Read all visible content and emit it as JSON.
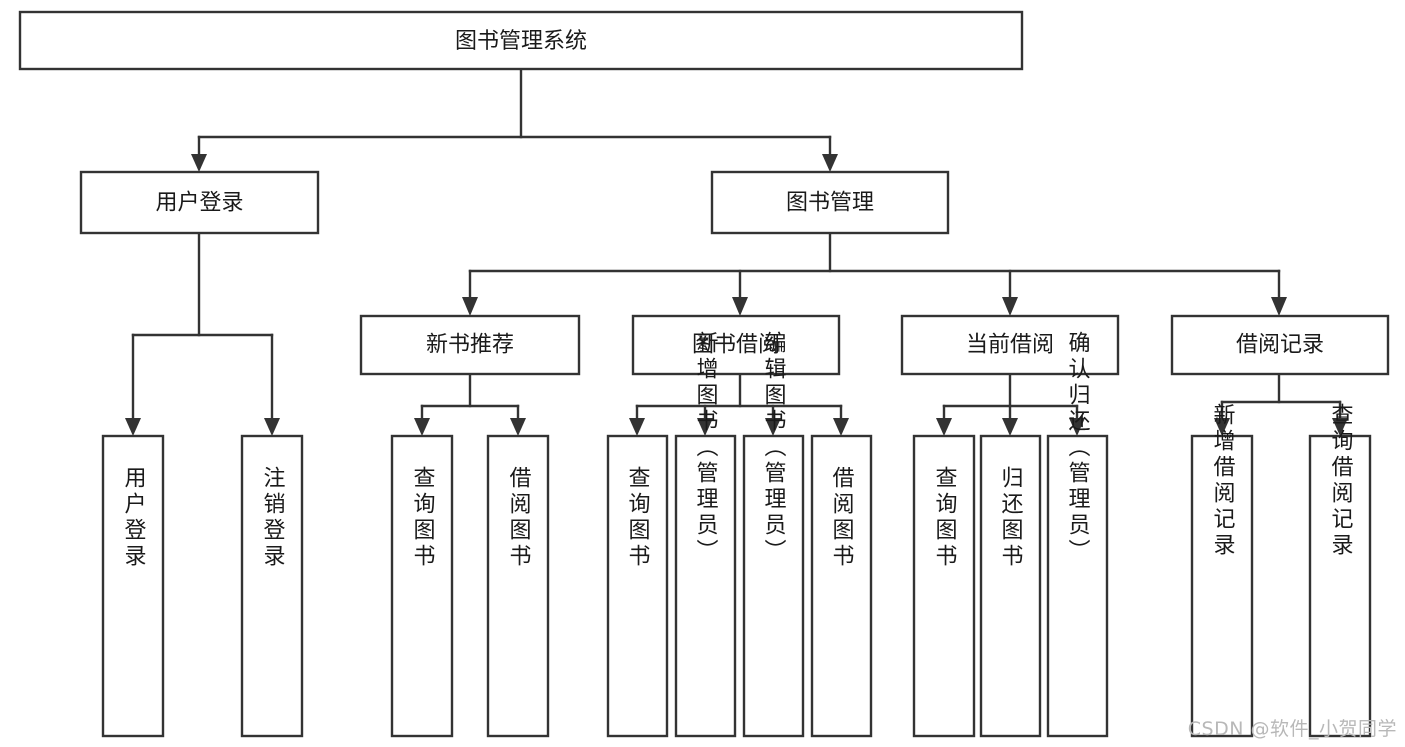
{
  "diagram": {
    "title_node": "图书管理系统",
    "watermark": "CSDN @软件_小贺同学",
    "colors": {
      "stroke": "#333333",
      "fill": "#ffffff",
      "text": "#1a1a1a",
      "watermark": "#b8b8b8"
    },
    "nodes": {
      "root": "图书管理系统",
      "l1": {
        "user_login": "用户登录",
        "book_manage": "图书管理"
      },
      "l2": {
        "new_book_rec": "新书推荐",
        "book_borrow": "图书借阅",
        "current_borrow": "当前借阅",
        "borrow_record": "借阅记录"
      },
      "leaves": {
        "user_login_1": "用户登录",
        "user_login_2": "注销登录",
        "new_book_1": "查询图书",
        "new_book_2": "借阅图书",
        "borrow_1": "查询图书",
        "borrow_2": "新增图书（管理员）",
        "borrow_3": "编辑图书（管理员）",
        "borrow_4": "借阅图书",
        "current_1": "查询图书",
        "current_2": "归还图书",
        "current_3": "确认归还（管理员）",
        "record_1": "新增借阅记录",
        "record_2": "查询借阅记录"
      }
    }
  }
}
